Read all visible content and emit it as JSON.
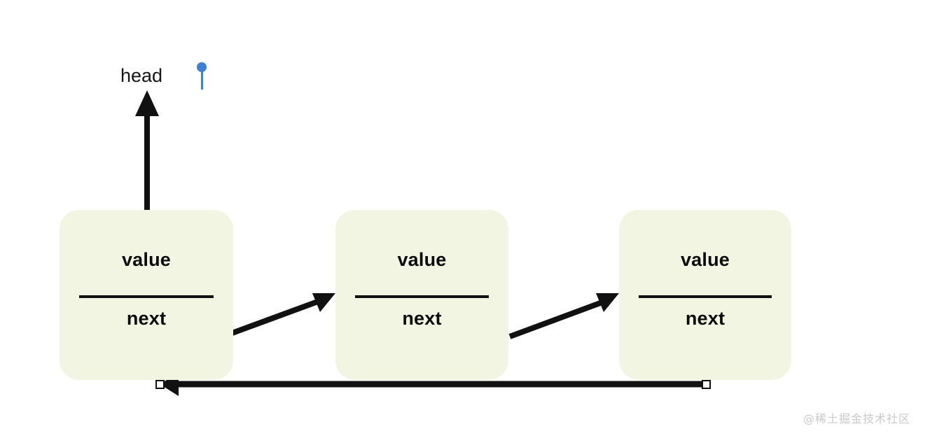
{
  "diagram": {
    "title": "linked-list-node-diagram",
    "background_color": "#ffffff",
    "node_fill_color": "#f1f5e1",
    "stroke_color": "#111111",
    "pin_color": "#3b82d6",
    "watermark_color": "#c9c9c9"
  },
  "pointer": {
    "label": "head"
  },
  "nodes": [
    {
      "value_label": "value",
      "next_label": "next"
    },
    {
      "value_label": "value",
      "next_label": "next"
    },
    {
      "value_label": "value",
      "next_label": "next"
    }
  ],
  "watermark": {
    "text": "@稀土掘金技术社区"
  }
}
